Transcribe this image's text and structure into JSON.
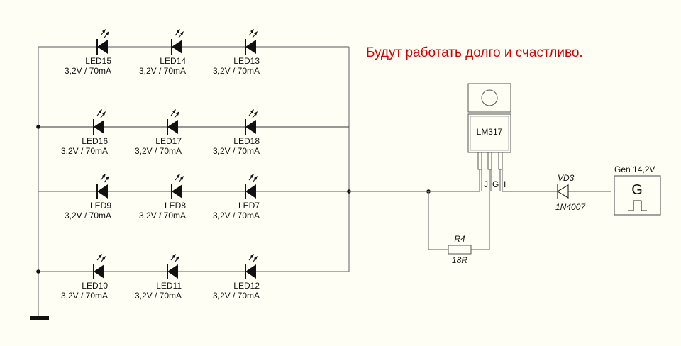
{
  "annotation": {
    "text": "Будут работать долго и счастливо.",
    "color": "#d10000"
  },
  "led_rows": [
    {
      "leds": [
        {
          "name": "LED15",
          "rating": "3,2V / 70mA"
        },
        {
          "name": "LED14",
          "rating": "3,2V / 70mA"
        },
        {
          "name": "LED13",
          "rating": "3,2V / 70mA"
        }
      ]
    },
    {
      "leds": [
        {
          "name": "LED16",
          "rating": "3,2V / 70mA"
        },
        {
          "name": "LED17",
          "rating": "3,2V / 70mA"
        },
        {
          "name": "LED18",
          "rating": "3,2V / 70mA"
        }
      ]
    },
    {
      "leds": [
        {
          "name": "LED9",
          "rating": "3,2V / 70mA"
        },
        {
          "name": "LED8",
          "rating": "3,2V / 70mA"
        },
        {
          "name": "LED7",
          "rating": "3,2V / 70mA"
        }
      ]
    },
    {
      "leds": [
        {
          "name": "LED10",
          "rating": "3,2V / 70mA"
        },
        {
          "name": "LED11",
          "rating": "3,2V / 70mA"
        },
        {
          "name": "LED12",
          "rating": "3,2V / 70mA"
        }
      ]
    }
  ],
  "regulator": {
    "part": "LM317",
    "pins": [
      "J",
      "G",
      "I"
    ]
  },
  "resistor": {
    "ref": "R4",
    "value": "18R"
  },
  "diode": {
    "ref": "VD3",
    "part": "1N4007"
  },
  "generator": {
    "label": "Gen 14,2V",
    "symbol": "G"
  }
}
